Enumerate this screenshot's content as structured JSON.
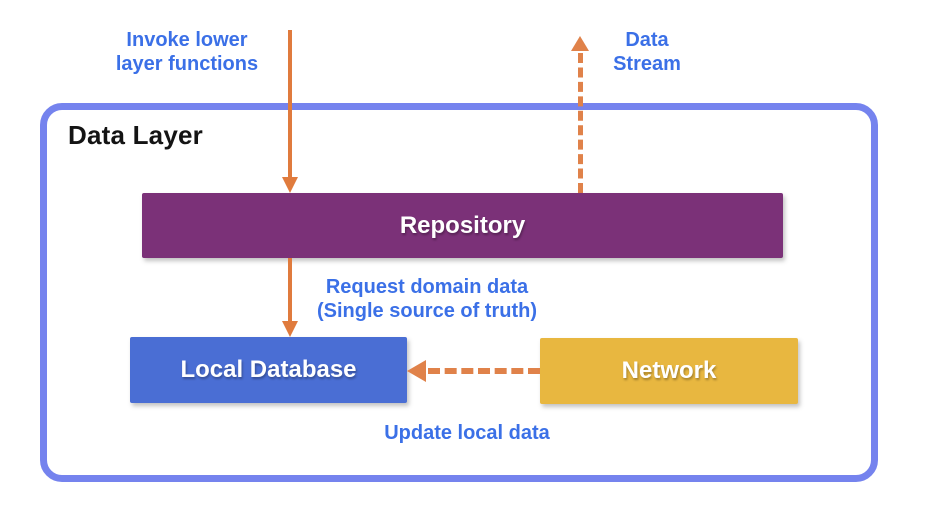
{
  "diagram": {
    "title": "Data Layer",
    "nodes": [
      {
        "id": "repository",
        "label": "Repository"
      },
      {
        "id": "local-database",
        "label": "Local Database"
      },
      {
        "id": "network",
        "label": "Network"
      }
    ],
    "edges": [
      {
        "id": "invoke-lower-layer",
        "style": "solid",
        "direction": "down",
        "from": "caller",
        "to": "repository"
      },
      {
        "id": "data-stream",
        "style": "dashed",
        "direction": "up",
        "from": "repository",
        "to": "caller"
      },
      {
        "id": "request-domain-data",
        "style": "solid",
        "direction": "down",
        "from": "repository",
        "to": "local-database"
      },
      {
        "id": "update-local-data",
        "style": "dashed",
        "direction": "left",
        "from": "network",
        "to": "local-database"
      }
    ]
  },
  "labels": {
    "invoke_line1": "Invoke lower",
    "invoke_line2": "layer functions",
    "stream_line1": "Data",
    "stream_line2": "Stream",
    "request_line1": "Request domain data",
    "request_line2": "(Single source of truth)",
    "update": "Update local data"
  },
  "colors": {
    "frame_border": "#7583EE",
    "repository_fill": "#7B3178",
    "local_database_fill": "#4A6ED4",
    "network_fill": "#E8B740",
    "solid_arrow": "#E07B3D",
    "dashed_arrow": "#E0824A",
    "flow_label_text": "#3B70E7",
    "title_text": "#141414",
    "node_text": "#FFFFFF"
  }
}
